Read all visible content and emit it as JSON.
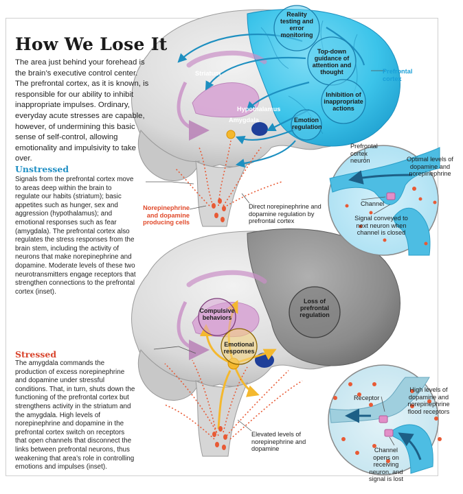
{
  "title": "How We Lose It",
  "intro": "The area just behind your forehead is the brain’s executive control center. The prefrontal cortex, as it is known, is responsible for our ability to inhibit inappropriate impulses. Ordinary, everyday acute stresses are capable, however, of undermining this basic sense of self-control, allowing emotionality and impulsivity to take over.",
  "unstressed": {
    "heading": "Unstressed",
    "text": "Signals from the prefrontal cortex move to areas deep within the brain to regulate our habits (striatum); basic appetites such as hunger, sex and aggression (hypothalamus); and emotional responses such as fear (amygdala). The prefrontal cortex also regulates the stress responses from the brain stem, including the activity of neurons that make norepinephrine and dopamine. Moderate levels of these two neurotransmitters engage receptors that strengthen connections to the prefrontal cortex (inset)."
  },
  "stressed": {
    "heading": "Stressed",
    "text": "The amygdala commands the production of excess norepinephrine and dopamine under stressful conditions. That, in turn, shuts down the functioning of the prefrontal cortex but strengthens activity in the striatum and the amygdala. High levels of norepinephrine and dopamine in the prefrontal cortex switch on receptors that open channels that disconnect the links between prefrontal neurons, thus weakening that area’s role in controlling emotions and impulses (inset)."
  },
  "top_brain": {
    "functions": [
      "Reality testing and error monitoring",
      "Top-down guidance of attention and thought",
      "Inhibition of inappropriate actions",
      "Emotion regulation"
    ],
    "prefrontal_cortex": "Prefrontal cortex",
    "striatum": "Striatum",
    "hypothalamus": "Hypothalamus",
    "amygdala": "Amygdala",
    "ne_cells": "Norepinephrine and dopamine producing cells",
    "direct_regulation": "Direct norepinephrine and dopamine regulation by prefrontal cortex"
  },
  "inset_top": {
    "neuron": "Prefrontal cortex neuron",
    "optimal": "Optimal levels of dopamine and norepinephrine",
    "channel": "Channel",
    "signal": "Signal conveyed to next neuron when channel is closed"
  },
  "bottom_brain": {
    "loss": "Loss of prefrontal regulation",
    "compulsive": "Compulsive behaviors",
    "emotional": "Emotional responses",
    "elevated": "Elevated levels of norepinephrine and dopamine"
  },
  "inset_bottom": {
    "receptor": "Receptor",
    "high_levels": "High levels of dopamine and norepinephrine flood receptors",
    "channel_opens": "Channel opens on receiving neuron, and signal is lost"
  },
  "colors": {
    "prefrontal": "#3cc4ea",
    "unstressed_heading": "#1f8fc4",
    "stressed_heading": "#d8432b",
    "neurotransmitter": "#e85a35",
    "striatum": "#c98fc6",
    "stress_path": "#f4b82e"
  }
}
